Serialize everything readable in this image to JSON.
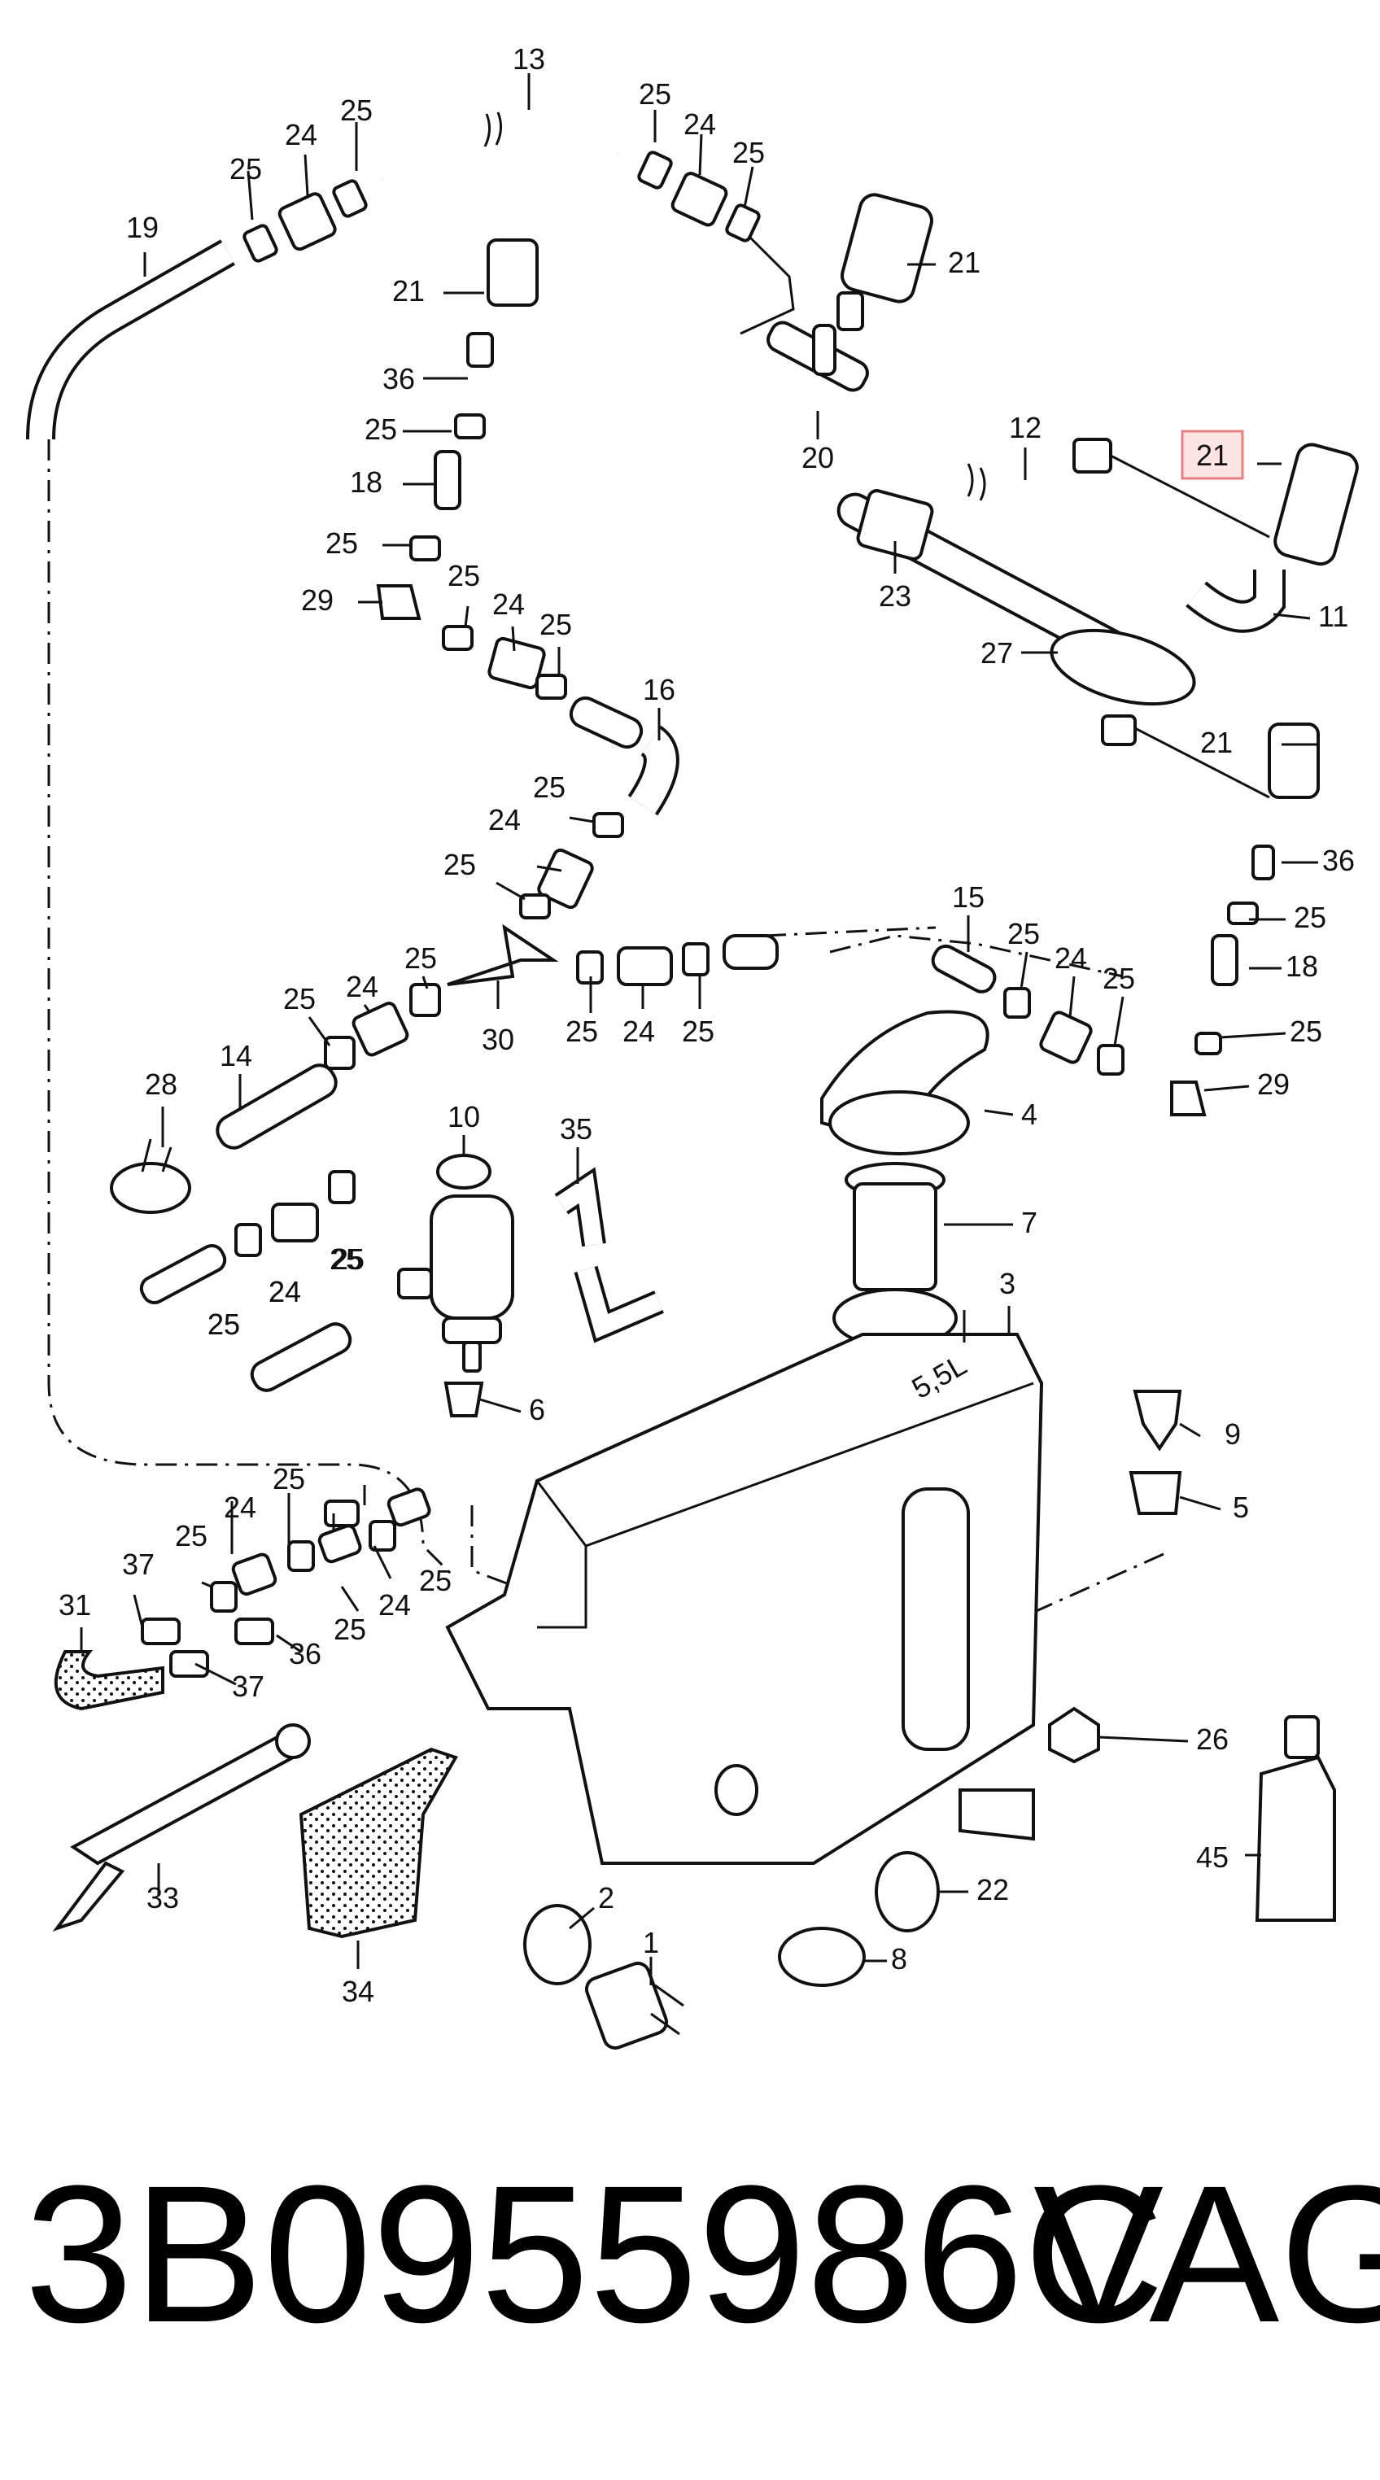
{
  "diagram": {
    "callouts": [
      "13",
      "25",
      "24",
      "25",
      "25",
      "24",
      "25",
      "19",
      "21",
      "21",
      "36",
      "25",
      "18",
      "25",
      "29",
      "25",
      "24",
      "25",
      "20",
      "12",
      "21",
      "11",
      "23",
      "27",
      "16",
      "25",
      "24",
      "25",
      "21",
      "36",
      "25",
      "18",
      "25",
      "29",
      "25",
      "24",
      "25",
      "15",
      "25",
      "24",
      "25",
      "14",
      "25",
      "24",
      "25",
      "30",
      "25",
      "24",
      "25",
      "28",
      "10",
      "35",
      "4",
      "7",
      "25",
      "24",
      "25",
      "3",
      "6",
      "9",
      "5",
      "25",
      "24",
      "25",
      "37",
      "25",
      "24",
      "25",
      "31",
      "36",
      "37",
      "26",
      "45",
      "22",
      "2",
      "1",
      "8",
      "33",
      "34"
    ],
    "tank_label": "5,5L",
    "highlighted_callout": "21",
    "highlight_color": "#e88080"
  },
  "footer": {
    "part_number": "3B0955986C",
    "brand": "VAG"
  }
}
